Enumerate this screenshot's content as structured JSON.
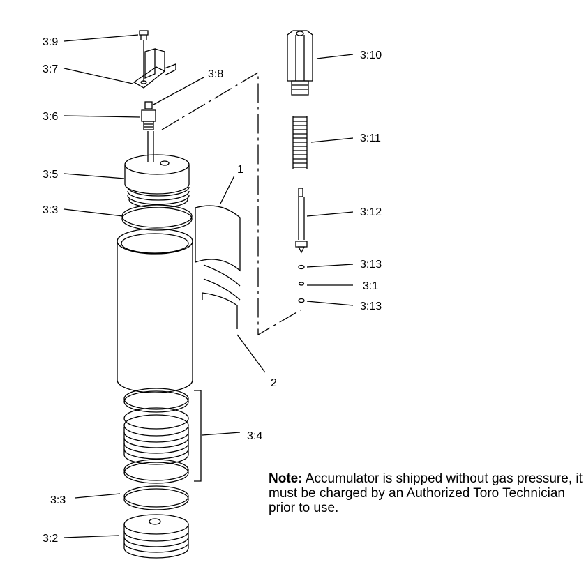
{
  "labels": {
    "l_3_9": "3:9",
    "l_3_7": "3:7",
    "l_3_8": "3:8",
    "l_3_6": "3:6",
    "l_3_5": "3:5",
    "l_3_3_top": "3:3",
    "l_3_10": "3:10",
    "l_3_11": "3:11",
    "l_3_12": "3:12",
    "l_3_13_a": "3:13",
    "l_3_1": "3:1",
    "l_3_13_b": "3:13",
    "l_1": "1",
    "l_2": "2",
    "l_3_4": "3:4",
    "l_3_3_bottom": "3:3",
    "l_3_2": "3:2"
  },
  "note": {
    "heading": "Note:",
    "text": " Accumulator is shipped without gas pressure, it must be charged by an Authorized Toro Technician prior to use."
  }
}
